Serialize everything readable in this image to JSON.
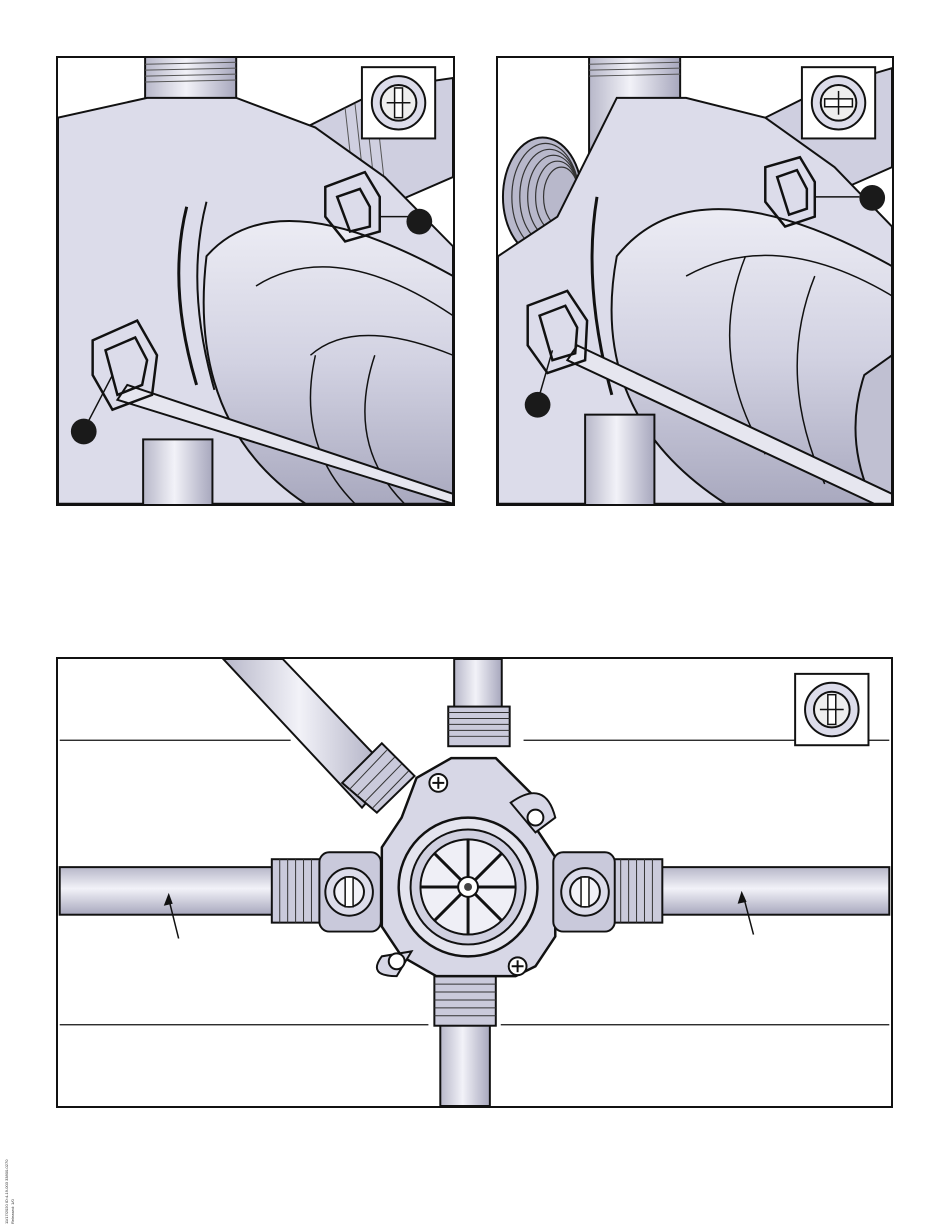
{
  "document": {
    "figures": [
      {
        "id": "A",
        "callouts": [
          "marker-upper-right",
          "marker-lower-left"
        ],
        "inset": "valve-stop-icon"
      },
      {
        "id": "B",
        "callouts": [
          "marker-upper-right",
          "marker-lower-left"
        ],
        "inset": "valve-stop-icon"
      },
      {
        "id": "C",
        "inset": "valve-stop-icon",
        "arrows": [
          "left-inlet-arrow",
          "right-inlet-arrow"
        ]
      }
    ],
    "colors": {
      "outline": "#111111",
      "body_fill": "#d7d7e6",
      "body_shade": "#b9b9cc",
      "pipe_fill": "#e2e2ec",
      "marker": "#1a1a1a"
    },
    "margin_note": {
      "line1": "11/17/2020 ID:4-19-003 33800-0270",
      "line2": "Released: 1/0"
    }
  }
}
